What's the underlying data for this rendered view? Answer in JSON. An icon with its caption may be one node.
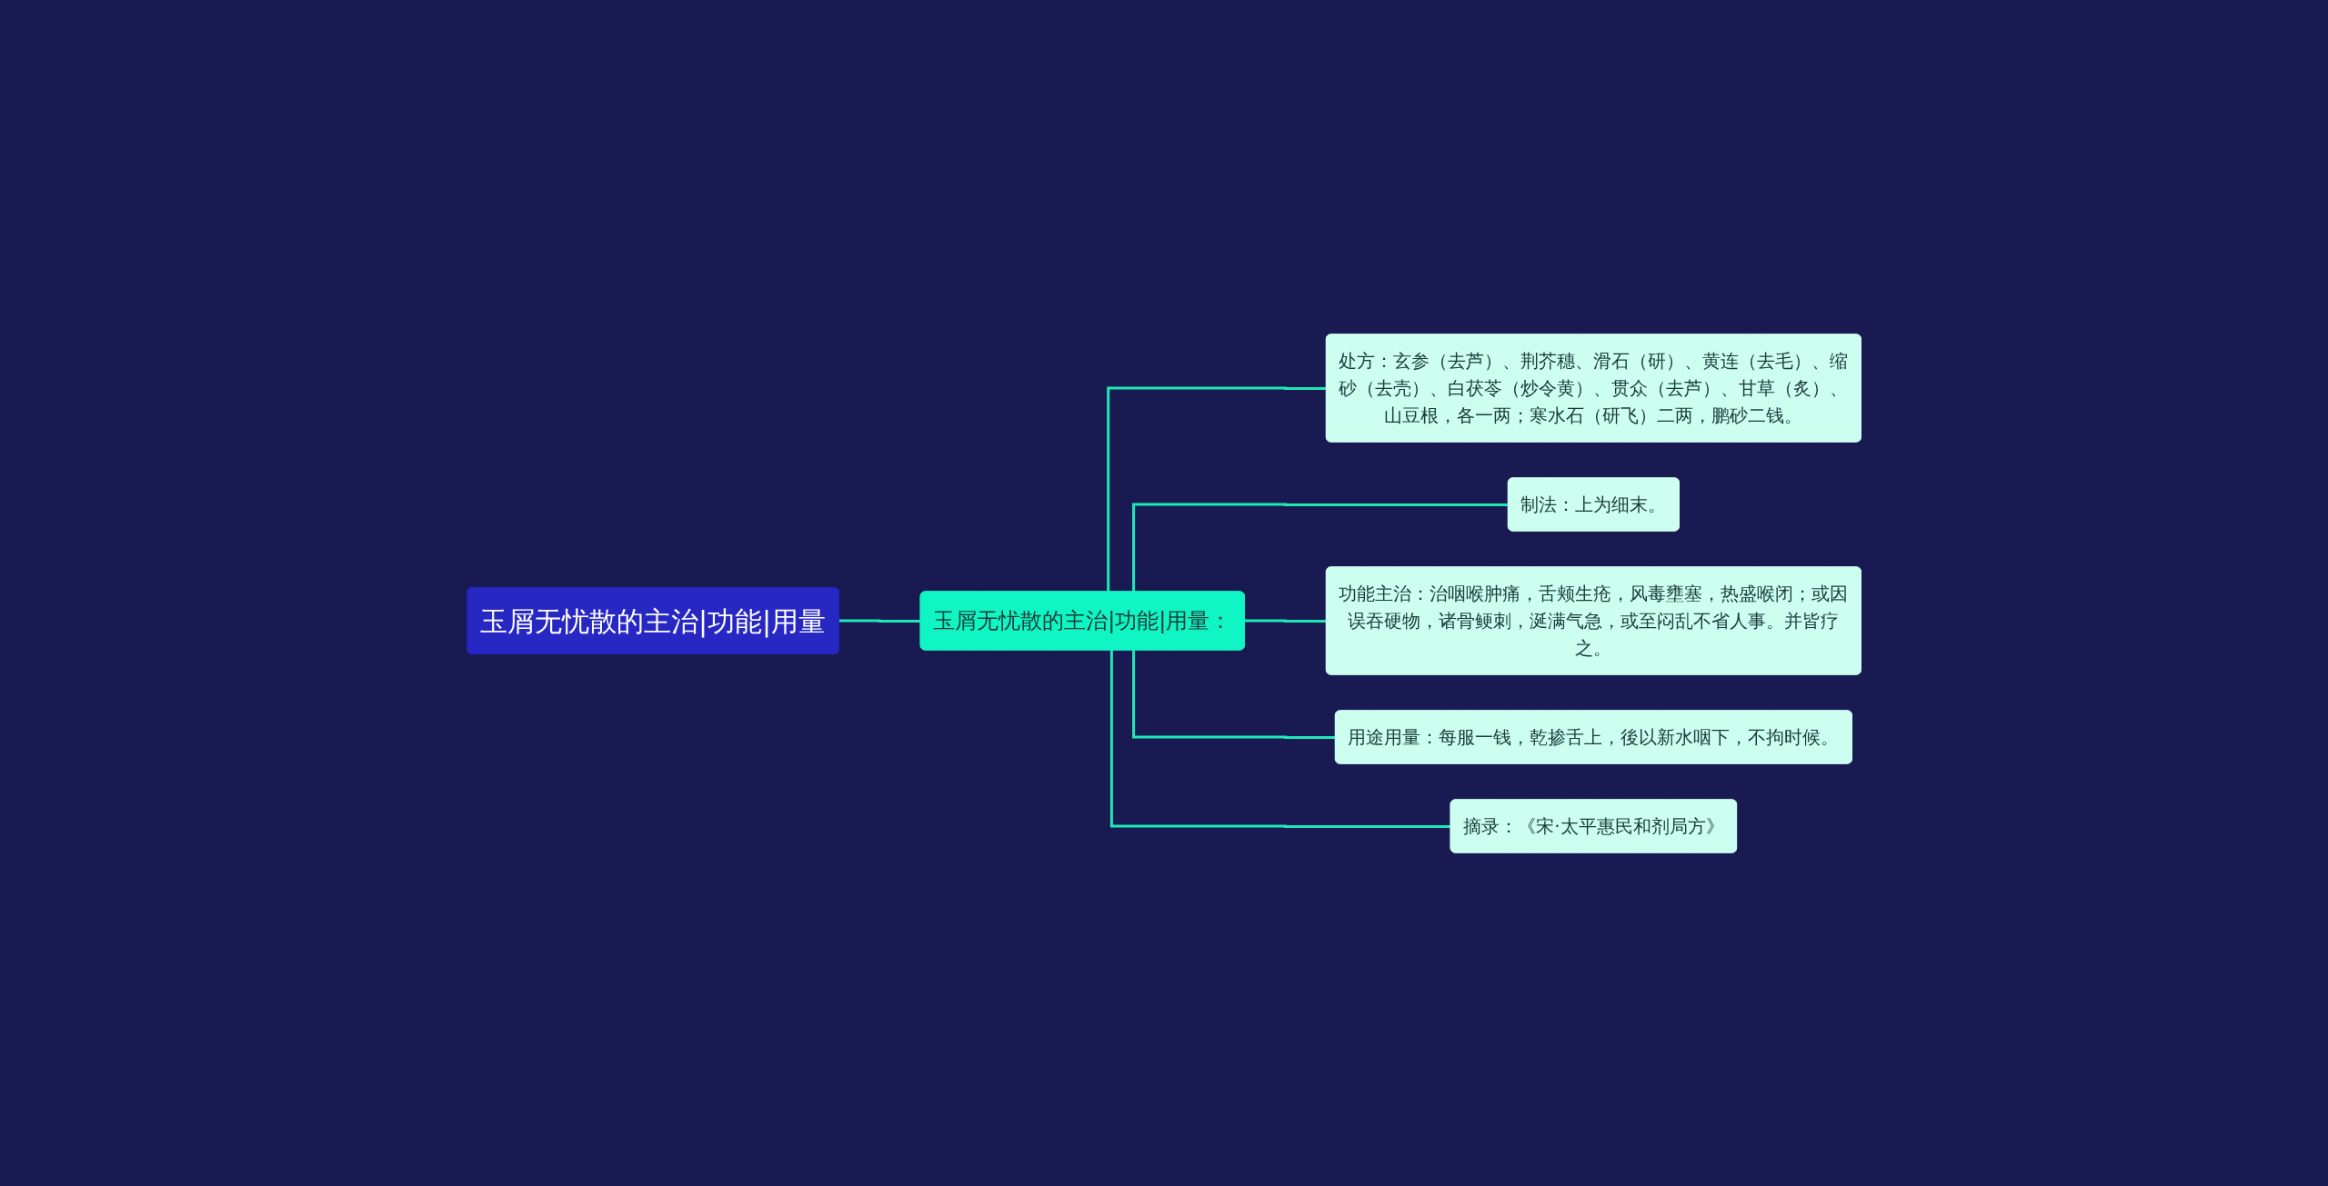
{
  "diagram": {
    "nodes": [
      {
        "text": [
          "玉屑无忧散的主治|功能|用量"
        ]
      },
      {
        "text": [
          "玉屑无忧散的主治|功能|用量："
        ]
      },
      {
        "text": [
          "处方：玄参（去芦）、荆芥穗、滑石（研）、黄连（去毛）、缩砂（去壳）、白茯苓（炒令黄）、贯众（去芦）、甘草（炙）、山豆根，各一两；寒水石（研飞）二两，鹏砂二钱。"
        ]
      },
      {
        "text": [
          "制法：上为细末。"
        ]
      },
      {
        "text": [
          "功能主治：治咽喉肿痛，舌颊生疮，风毒壅塞，热盛喉闭；或因误吞硬物，诸骨鲠刺，涎满气急，或至闷乱不省人事。并皆疗之。"
        ]
      },
      {
        "text": [
          "用途用量：每服一钱，乾掺舌上，後以新水咽下，不拘时候。"
        ]
      },
      {
        "text": [
          "摘录：《宋·太平惠民和剂局方》"
        ]
      }
    ],
    "edges": [
      {
        "from": 0,
        "to": 1,
        "arrow": "none"
      },
      {
        "from": 1,
        "to": 2,
        "arrow": "none"
      },
      {
        "from": 1,
        "to": 3,
        "arrow": "none"
      },
      {
        "from": 1,
        "to": 4,
        "arrow": "none"
      },
      {
        "from": 1,
        "to": 5,
        "arrow": "none"
      },
      {
        "from": 1,
        "to": 6,
        "arrow": "none"
      }
    ]
  }
}
